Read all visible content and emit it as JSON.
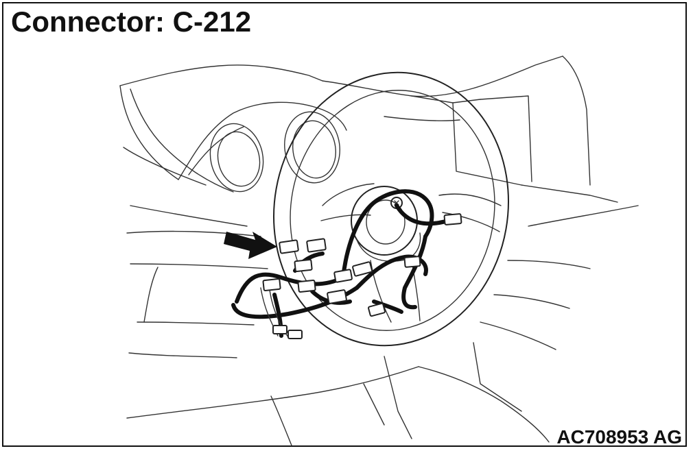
{
  "title": "Connector: C-212",
  "figure_code": "AC708953 AG",
  "connector_id": "C-212",
  "colors": {
    "line": "#333333",
    "harness": "#111111",
    "background": "#ffffff",
    "arrow": "#111111"
  }
}
